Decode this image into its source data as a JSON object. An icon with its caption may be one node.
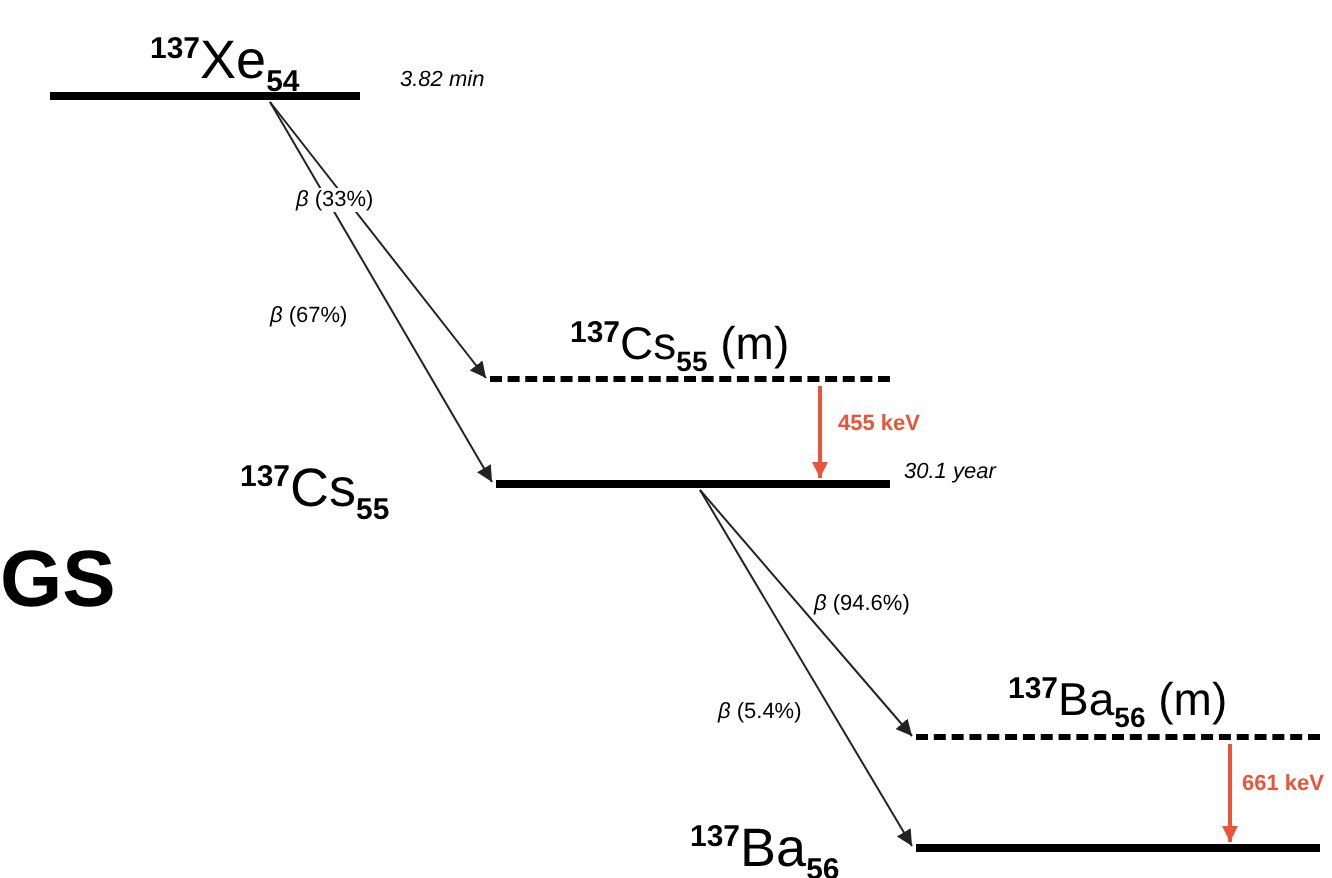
{
  "diagram": {
    "nodes": [
      {
        "text": [
          "$^{137}$Xe$_{54}$"
        ],
        "beside": [
          "3.82 min"
        ]
      },
      {
        "text": [
          "$^{137}$Cs$_{55}$ (m)"
        ]
      },
      {
        "text": [
          "$^{137}$Cs$_{55}$"
        ],
        "beside": [
          "30.1 year"
        ]
      },
      {
        "text": [
          "$^{137}$Ba$_{56}$ (m)"
        ]
      },
      {
        "text": [
          "$^{137}$Ba$_{56}$"
        ]
      }
    ],
    "edges": [
      {
        "from": 0,
        "to": 1,
        "arrow": "to",
        "label": "*β* (33%)"
      },
      {
        "from": 0,
        "to": 2,
        "arrow": "to",
        "label": "*β* (67%)"
      },
      {
        "from": 1,
        "to": 2,
        "arrow": "to",
        "label": "455 keV",
        "color": "#e8553a"
      },
      {
        "from": 2,
        "to": 3,
        "arrow": "to",
        "label": "*β* (94.6%)"
      },
      {
        "from": 2,
        "to": 4,
        "arrow": "to",
        "label": "*β* (5.4%)"
      },
      {
        "from": 3,
        "to": 4,
        "arrow": "to",
        "label": "661 keV",
        "color": "#e8553a"
      }
    ],
    "labels": [
      "GS"
    ]
  }
}
